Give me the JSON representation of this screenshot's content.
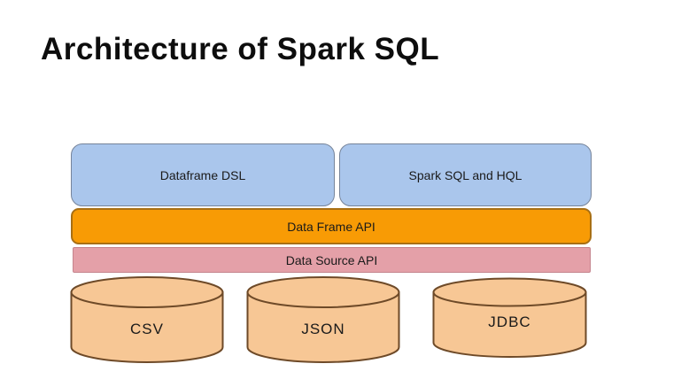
{
  "title": "Architecture of Spark SQL",
  "diagram": {
    "top_boxes": [
      {
        "label": "Dataframe DSL"
      },
      {
        "label": "Spark SQL and HQL"
      }
    ],
    "api_layers": [
      {
        "label": "Data Frame API"
      },
      {
        "label": "Data Source API"
      }
    ],
    "data_sources": [
      {
        "label": "CSV"
      },
      {
        "label": "JSON"
      },
      {
        "label": "JDBC"
      }
    ],
    "colors": {
      "top_box_fill": "#aac6ec",
      "top_box_border": "#76849a",
      "data_frame_api_fill": "#f89b05",
      "data_frame_api_border": "#a86f14",
      "data_source_api_fill": "#e4a0a8",
      "data_source_api_border": "#c5848d",
      "cylinder_fill": "#f7c795",
      "cylinder_border": "#6e4a28",
      "title_color": "#0d0d0d"
    }
  }
}
